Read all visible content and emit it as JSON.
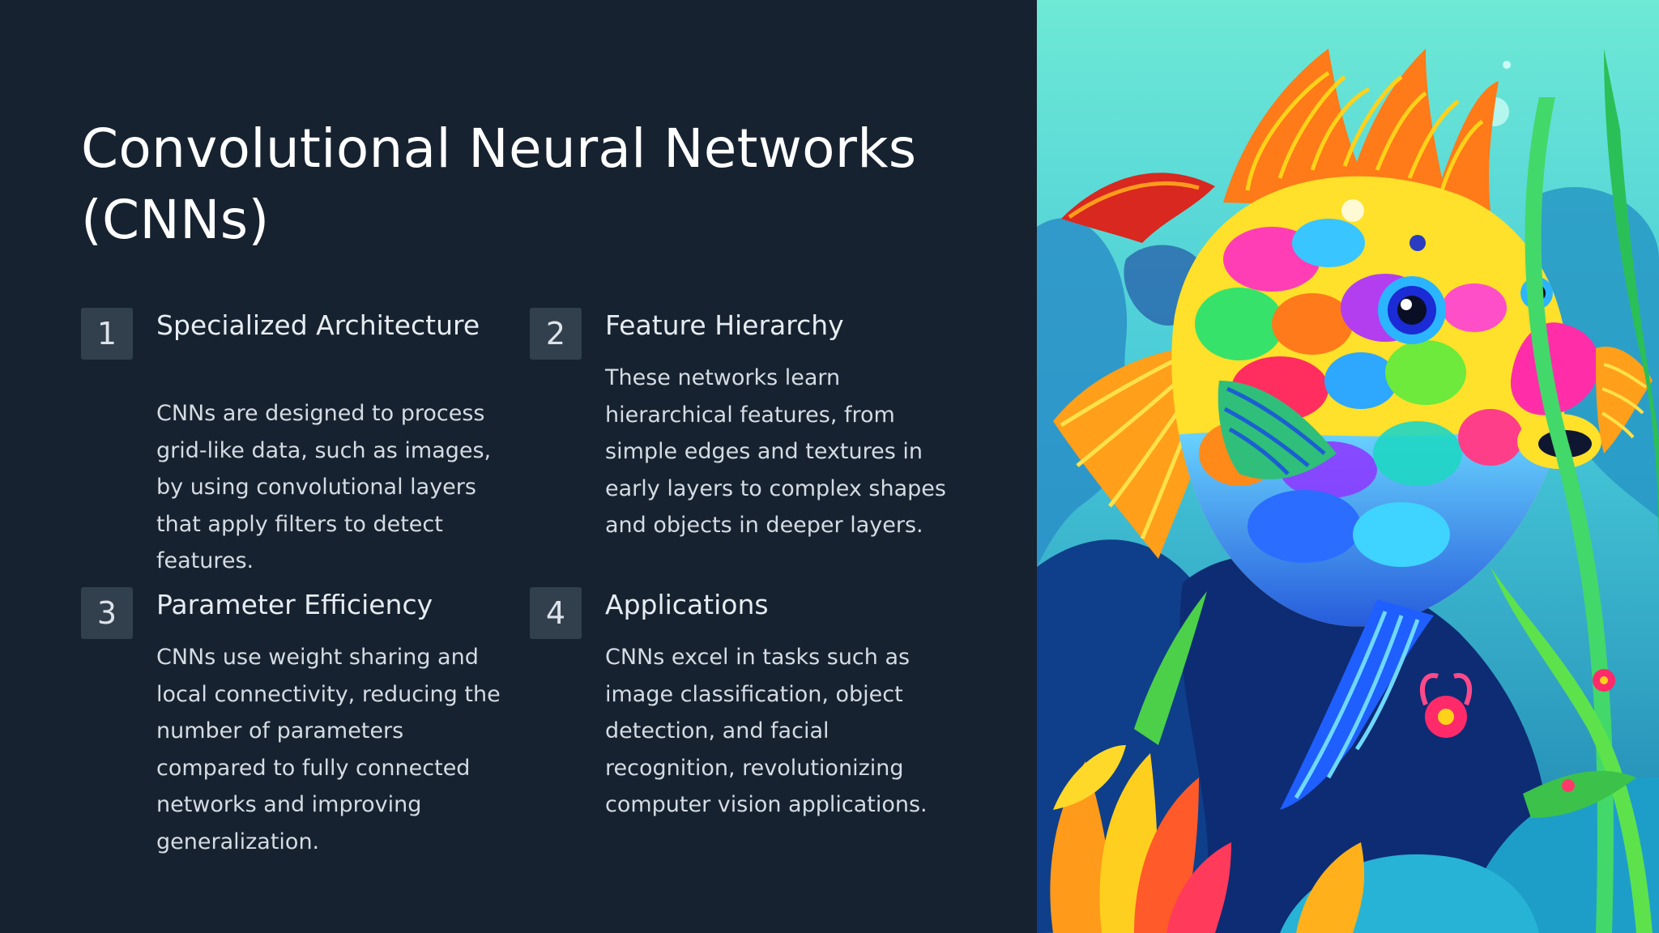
{
  "slide": {
    "title": "Convolutional Neural Networks (CNNs)",
    "items": [
      {
        "number": "1",
        "heading": "Specialized Architecture",
        "text": "CNNs are designed to process grid-like data, such as images, by using convolutional layers that apply filters to detect features."
      },
      {
        "number": "2",
        "heading": "Feature Hierarchy",
        "text": "These networks learn hierarchical features, from simple edges and textures in early layers to complex shapes and objects in deeper layers."
      },
      {
        "number": "3",
        "heading": "Parameter Efficiency",
        "text": "CNNs use weight sharing and local connectivity, reducing the number of parameters compared to fully connected networks and improving generalization."
      },
      {
        "number": "4",
        "heading": "Applications",
        "text": "CNNs excel in tasks such as image classification, object detection, and facial recognition, revolutionizing computer vision applications."
      }
    ]
  },
  "colors": {
    "background": "#16222f",
    "badge": "#323f4d",
    "title_text": "#ffffff",
    "body_text": "#d4dbe3"
  },
  "illustration": {
    "icon": "colorful-fish-illustration"
  }
}
